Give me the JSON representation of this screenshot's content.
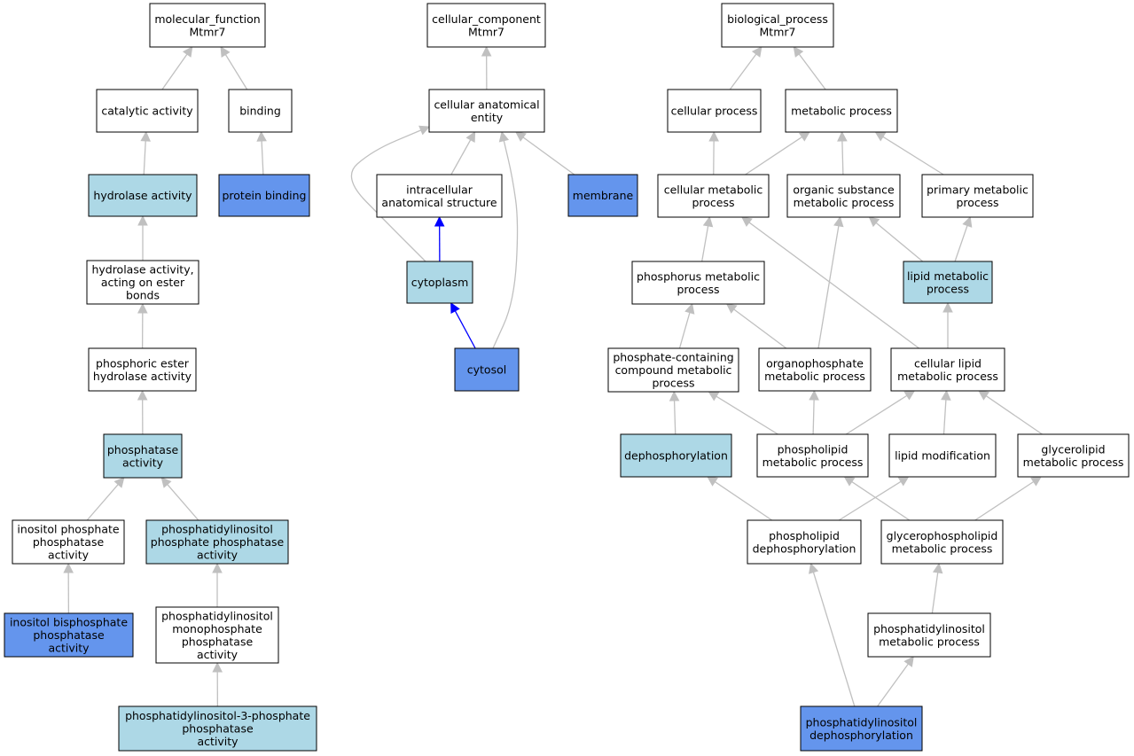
{
  "colors": {
    "plain": "#ffffff",
    "light": "#add8e6",
    "strong": "#6495ed",
    "edge": "#c0c0c0",
    "edge_highlight": "#0000ff"
  },
  "nodes": {
    "mf_root": {
      "lines": [
        "molecular_function",
        "Mtmr7"
      ],
      "fill": "plain"
    },
    "catalytic": {
      "lines": [
        "catalytic activity"
      ],
      "fill": "plain"
    },
    "binding": {
      "lines": [
        "binding"
      ],
      "fill": "plain"
    },
    "hydrolase": {
      "lines": [
        "hydrolase activity"
      ],
      "fill": "light"
    },
    "protbind": {
      "lines": [
        "protein binding"
      ],
      "fill": "strong"
    },
    "hyd_ester": {
      "lines": [
        "hydrolase activity,",
        "acting on ester",
        "bonds"
      ],
      "fill": "plain"
    },
    "phos_ester": {
      "lines": [
        "phosphoric ester",
        "hydrolase activity"
      ],
      "fill": "plain"
    },
    "phosphatase": {
      "lines": [
        "phosphatase",
        "activity"
      ],
      "fill": "light"
    },
    "inos_phos": {
      "lines": [
        "inositol phosphate",
        "phosphatase",
        "activity"
      ],
      "fill": "plain"
    },
    "pip_phos": {
      "lines": [
        "phosphatidylinositol",
        "phosphate phosphatase",
        "activity"
      ],
      "fill": "light"
    },
    "inos_bis": {
      "lines": [
        "inositol bisphosphate",
        "phosphatase",
        "activity"
      ],
      "fill": "strong"
    },
    "pi_mono": {
      "lines": [
        "phosphatidylinositol",
        "monophosphate",
        "phosphatase",
        "activity"
      ],
      "fill": "plain"
    },
    "pi3p": {
      "lines": [
        "phosphatidylinositol-3-phosphate",
        "phosphatase",
        "activity"
      ],
      "fill": "light"
    },
    "cc_root": {
      "lines": [
        "cellular_component",
        "Mtmr7"
      ],
      "fill": "plain"
    },
    "cae": {
      "lines": [
        "cellular anatomical",
        "entity"
      ],
      "fill": "plain"
    },
    "intra": {
      "lines": [
        "intracellular",
        "anatomical structure"
      ],
      "fill": "plain"
    },
    "membrane": {
      "lines": [
        "membrane"
      ],
      "fill": "strong"
    },
    "cytoplasm": {
      "lines": [
        "cytoplasm"
      ],
      "fill": "light"
    },
    "cytosol": {
      "lines": [
        "cytosol"
      ],
      "fill": "strong"
    },
    "bp_root": {
      "lines": [
        "biological_process",
        "Mtmr7"
      ],
      "fill": "plain"
    },
    "cellproc": {
      "lines": [
        "cellular process"
      ],
      "fill": "plain"
    },
    "metaproc": {
      "lines": [
        "metabolic process"
      ],
      "fill": "plain"
    },
    "cellmeta": {
      "lines": [
        "cellular metabolic",
        "process"
      ],
      "fill": "plain"
    },
    "orgsub": {
      "lines": [
        "organic substance",
        "metabolic process"
      ],
      "fill": "plain"
    },
    "primary": {
      "lines": [
        "primary metabolic",
        "process"
      ],
      "fill": "plain"
    },
    "phosmeta": {
      "lines": [
        "phosphorus metabolic",
        "process"
      ],
      "fill": "plain"
    },
    "lipidmeta": {
      "lines": [
        "lipid metabolic",
        "process"
      ],
      "fill": "light"
    },
    "phoscont": {
      "lines": [
        "phosphate-containing",
        "compound metabolic",
        "process"
      ],
      "fill": "plain"
    },
    "organophos": {
      "lines": [
        "organophosphate",
        "metabolic process"
      ],
      "fill": "plain"
    },
    "celllipid": {
      "lines": [
        "cellular lipid",
        "metabolic process"
      ],
      "fill": "plain"
    },
    "dephos": {
      "lines": [
        "dephosphorylation"
      ],
      "fill": "light"
    },
    "phlipmeta": {
      "lines": [
        "phospholipid",
        "metabolic process"
      ],
      "fill": "plain"
    },
    "lipidmod": {
      "lines": [
        "lipid modification"
      ],
      "fill": "plain"
    },
    "glycerolip": {
      "lines": [
        "glycerolipid",
        "metabolic process"
      ],
      "fill": "plain"
    },
    "phlipdeph": {
      "lines": [
        "phospholipid",
        "dephosphorylation"
      ],
      "fill": "plain"
    },
    "glyphlip": {
      "lines": [
        "glycerophospholipid",
        "metabolic process"
      ],
      "fill": "plain"
    },
    "pimeta": {
      "lines": [
        "phosphatidylinositol",
        "metabolic process"
      ],
      "fill": "plain"
    },
    "pideph": {
      "lines": [
        "phosphatidylinositol",
        "dephosphorylation"
      ],
      "fill": "strong"
    }
  },
  "edges": [
    {
      "from": "catalytic",
      "to": "mf_root"
    },
    {
      "from": "binding",
      "to": "mf_root"
    },
    {
      "from": "hydrolase",
      "to": "catalytic"
    },
    {
      "from": "protbind",
      "to": "binding"
    },
    {
      "from": "hyd_ester",
      "to": "hydrolase"
    },
    {
      "from": "phos_ester",
      "to": "hyd_ester"
    },
    {
      "from": "phosphatase",
      "to": "phos_ester"
    },
    {
      "from": "inos_phos",
      "to": "phosphatase"
    },
    {
      "from": "pip_phos",
      "to": "phosphatase"
    },
    {
      "from": "inos_bis",
      "to": "inos_phos"
    },
    {
      "from": "pi_mono",
      "to": "pip_phos"
    },
    {
      "from": "pi3p",
      "to": "pi_mono"
    },
    {
      "from": "cae",
      "to": "cc_root"
    },
    {
      "from": "intra",
      "to": "cae"
    },
    {
      "from": "membrane",
      "to": "cae"
    },
    {
      "from": "cytoplasm",
      "to": "cae"
    },
    {
      "from": "cytosol",
      "to": "cae"
    },
    {
      "from": "cytoplasm",
      "to": "intra",
      "highlight": true
    },
    {
      "from": "cytosol",
      "to": "cytoplasm",
      "highlight": true
    },
    {
      "from": "cellproc",
      "to": "bp_root"
    },
    {
      "from": "metaproc",
      "to": "bp_root"
    },
    {
      "from": "cellmeta",
      "to": "cellproc"
    },
    {
      "from": "cellmeta",
      "to": "metaproc"
    },
    {
      "from": "orgsub",
      "to": "metaproc"
    },
    {
      "from": "primary",
      "to": "metaproc"
    },
    {
      "from": "phosmeta",
      "to": "cellmeta"
    },
    {
      "from": "lipidmeta",
      "to": "orgsub"
    },
    {
      "from": "lipidmeta",
      "to": "primary"
    },
    {
      "from": "phoscont",
      "to": "phosmeta"
    },
    {
      "from": "organophos",
      "to": "phosmeta"
    },
    {
      "from": "organophos",
      "to": "orgsub"
    },
    {
      "from": "celllipid",
      "to": "cellmeta"
    },
    {
      "from": "celllipid",
      "to": "lipidmeta"
    },
    {
      "from": "dephos",
      "to": "phoscont"
    },
    {
      "from": "phlipmeta",
      "to": "phoscont"
    },
    {
      "from": "phlipmeta",
      "to": "organophos"
    },
    {
      "from": "phlipmeta",
      "to": "celllipid"
    },
    {
      "from": "lipidmod",
      "to": "celllipid"
    },
    {
      "from": "glycerolip",
      "to": "celllipid"
    },
    {
      "from": "phlipdeph",
      "to": "dephos"
    },
    {
      "from": "phlipdeph",
      "to": "lipidmod"
    },
    {
      "from": "glyphlip",
      "to": "phlipmeta"
    },
    {
      "from": "glyphlip",
      "to": "glycerolip"
    },
    {
      "from": "pimeta",
      "to": "glyphlip"
    },
    {
      "from": "pideph",
      "to": "phlipdeph"
    },
    {
      "from": "pideph",
      "to": "pimeta"
    }
  ]
}
